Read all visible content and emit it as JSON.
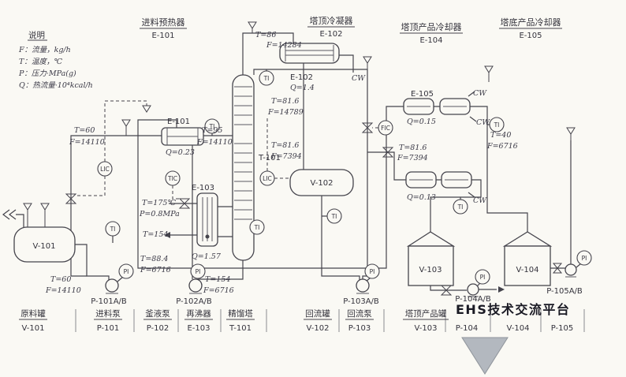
{
  "meta": {
    "watermark": "EHS技术交流平台"
  },
  "legend": {
    "title": "说明",
    "items": [
      "F：流量，kg/h",
      "T：温度，℃",
      "P：压力·MPa(g)",
      "Q：热流量·10⁴kcal/h"
    ]
  },
  "headers": [
    {
      "name": "进料预热器",
      "code": "E-101"
    },
    {
      "name": "塔顶冷凝器",
      "code": "E-102"
    },
    {
      "name": "塔顶产品冷却器",
      "code": "E-104"
    },
    {
      "name": "塔底产品冷却器",
      "code": "E-105"
    }
  ],
  "equipment": {
    "v101": "V-101",
    "t101": "T-101",
    "e101": "E-101",
    "e102": "E-102",
    "e103": "E-103",
    "e105": "E-105",
    "v102": "V-102",
    "v103": "V-103",
    "v104": "V-104",
    "p101": "P-101A/B",
    "p102": "P-102A/B",
    "p103": "P-103A/B",
    "p104": "P-104A/B",
    "p105": "P-105A/B"
  },
  "streams": {
    "feed_t": "T=60",
    "feed_f": "F=14110",
    "preheat_t": "T=95",
    "preheat_f": "F=14110",
    "e101_q": "Q=0.23",
    "ovhd_t": "T=86",
    "ovhd_f": "F=14284",
    "e102_q": "Q=1.4",
    "cond_t": "T=81.6",
    "cond_f": "F=14789",
    "reflux_t": "T=81.6",
    "reflux_f": "F=7394",
    "steam_t": "T=175℃",
    "steam_p": "P=0.8MPa",
    "steam_cond_t": "T=154",
    "e103_q": "Q=1.57",
    "btm_cool_t": "T=88.4",
    "btm_cool_f": "F=6716",
    "tank_t": "T=60",
    "tank_f": "F=14110",
    "btm_t": "T=154",
    "btm_f": "F=6716",
    "dist_t": "T=81.6",
    "dist_f": "F=7394",
    "e105_q": "Q=0.15",
    "e104_q": "Q=0.13",
    "prod_t": "T=40",
    "prod_f": "F=6716",
    "cw": "CW"
  },
  "instruments": {
    "ti": "TI",
    "pi": "PI",
    "lic": "LIC",
    "tic": "TIC",
    "fic": "FIC"
  },
  "bottom_labels": [
    {
      "name": "原料罐",
      "code": "V-101"
    },
    {
      "name": "进料泵",
      "code": "P-101"
    },
    {
      "name": "釜液泵",
      "code": "P-102"
    },
    {
      "name": "再沸器",
      "code": "E-103"
    },
    {
      "name": "精馏塔",
      "code": "T-101"
    },
    {
      "name": "回流罐",
      "code": "V-102"
    },
    {
      "name": "回流泵",
      "code": "P-103"
    },
    {
      "name": "塔顶产品罐",
      "code": "V-103"
    },
    {
      "name": "",
      "code": "P-104"
    },
    {
      "name": "",
      "code": "V-104"
    },
    {
      "name": "",
      "code": "P-105"
    }
  ]
}
